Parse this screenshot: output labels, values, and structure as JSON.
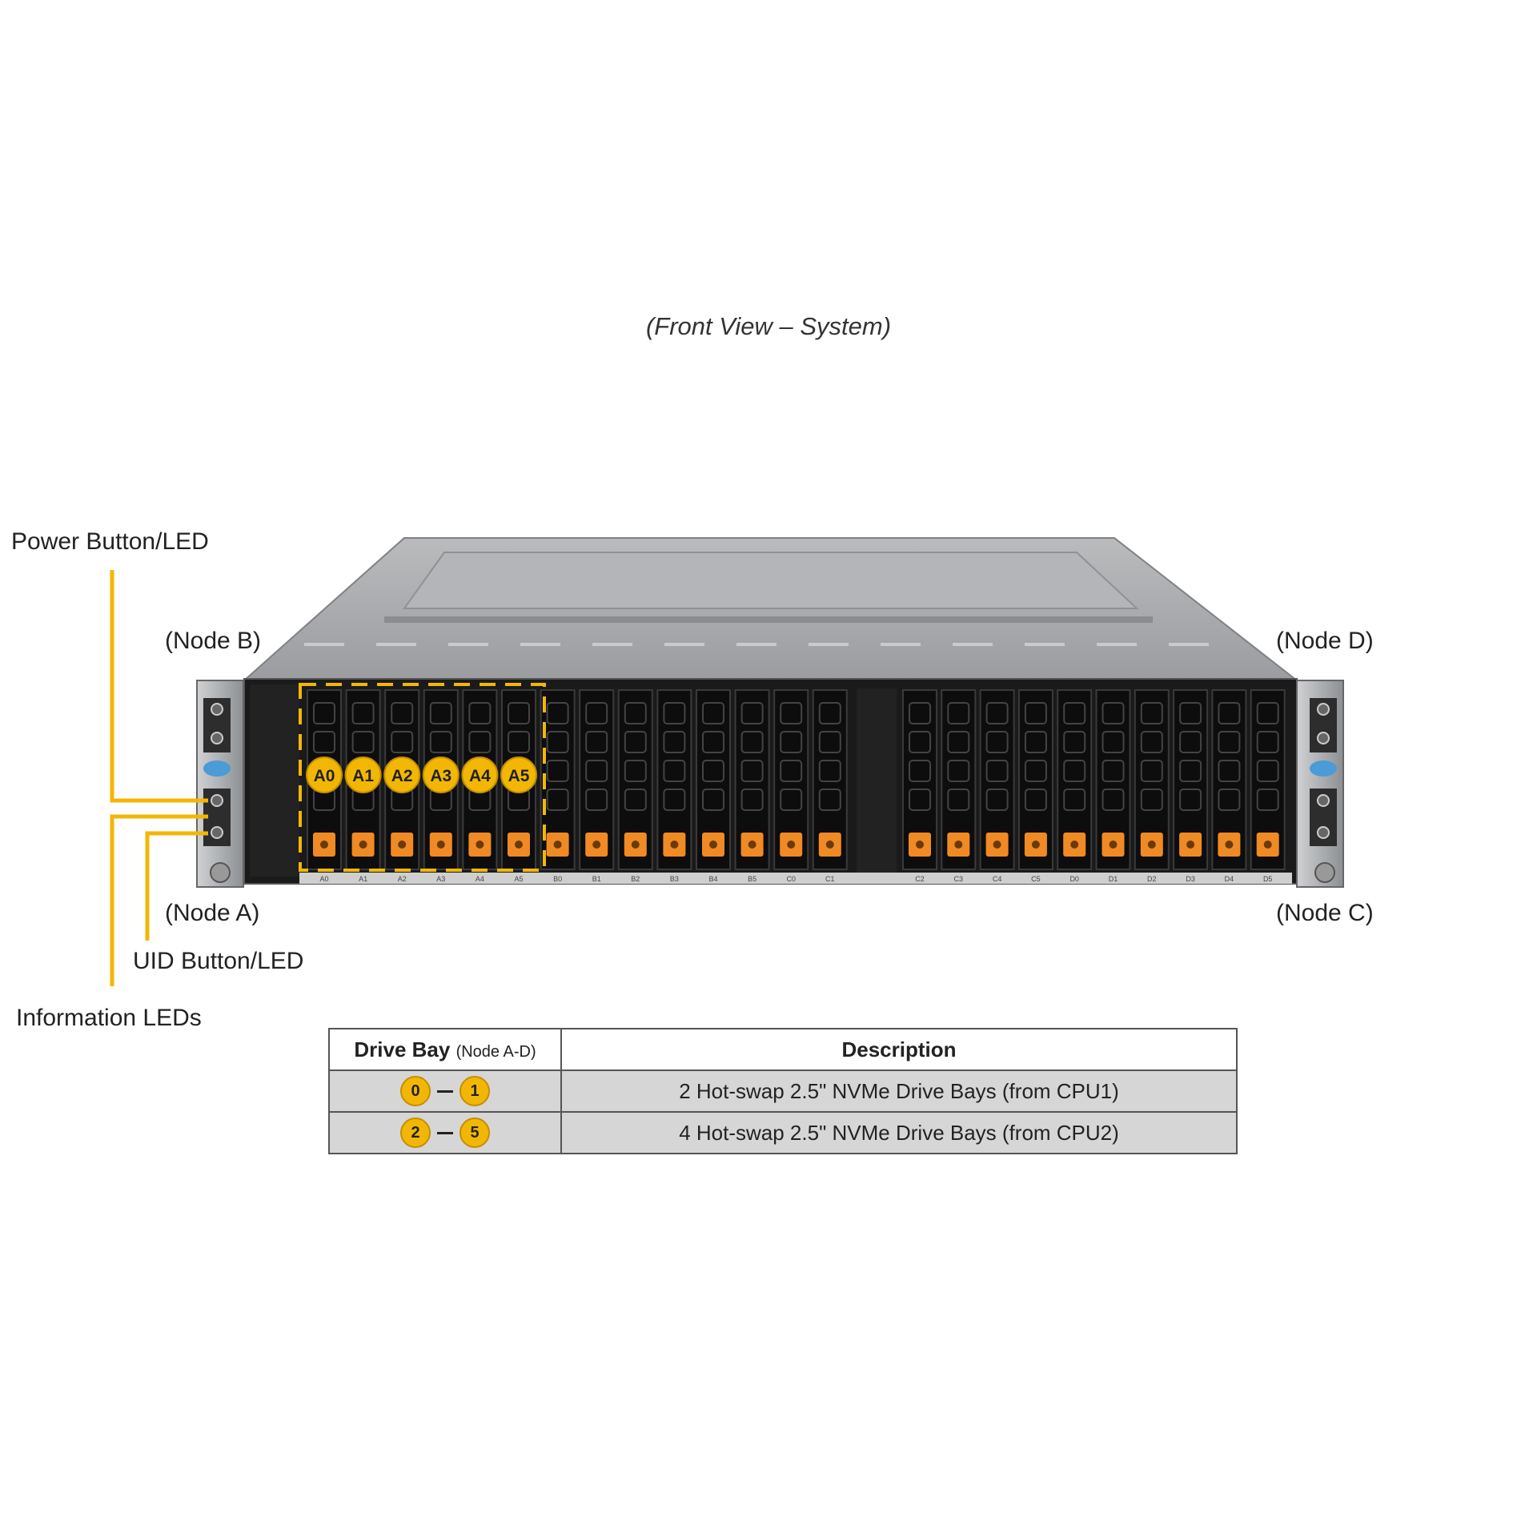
{
  "title": "(Front View – System)",
  "labels": {
    "power": "Power Button/LED",
    "uid": "UID Button/LED",
    "info": "Information LEDs",
    "node_a": "(Node A)",
    "node_b": "(Node B)",
    "node_c": "(Node C)",
    "node_d": "(Node D)"
  },
  "bay_badges": [
    "A0",
    "A1",
    "A2",
    "A3",
    "A4",
    "A5"
  ],
  "bay_labels": [
    "A0",
    "A1",
    "A2",
    "A3",
    "A4",
    "A5",
    "B0",
    "B1",
    "B2",
    "B3",
    "B4",
    "B5",
    "C0",
    "C1",
    "C2",
    "C3",
    "C4",
    "C5",
    "D0",
    "D1",
    "D2",
    "D3",
    "D4",
    "D5"
  ],
  "table": {
    "header_main": "Drive Bay",
    "header_sub": "(Node A-D)",
    "header_desc": "Description",
    "rows": [
      {
        "from": "0",
        "to": "1",
        "desc": "2 Hot-swap 2.5\" NVMe Drive Bays (from CPU1)"
      },
      {
        "from": "2",
        "to": "5",
        "desc": "4 Hot-swap 2.5\" NVMe Drive Bays (from CPU2)"
      }
    ]
  },
  "colors": {
    "accent": "#f2b705",
    "latch": "#f08a24",
    "chassis_top": "#a7a9ab",
    "front_panel": "#111111"
  }
}
